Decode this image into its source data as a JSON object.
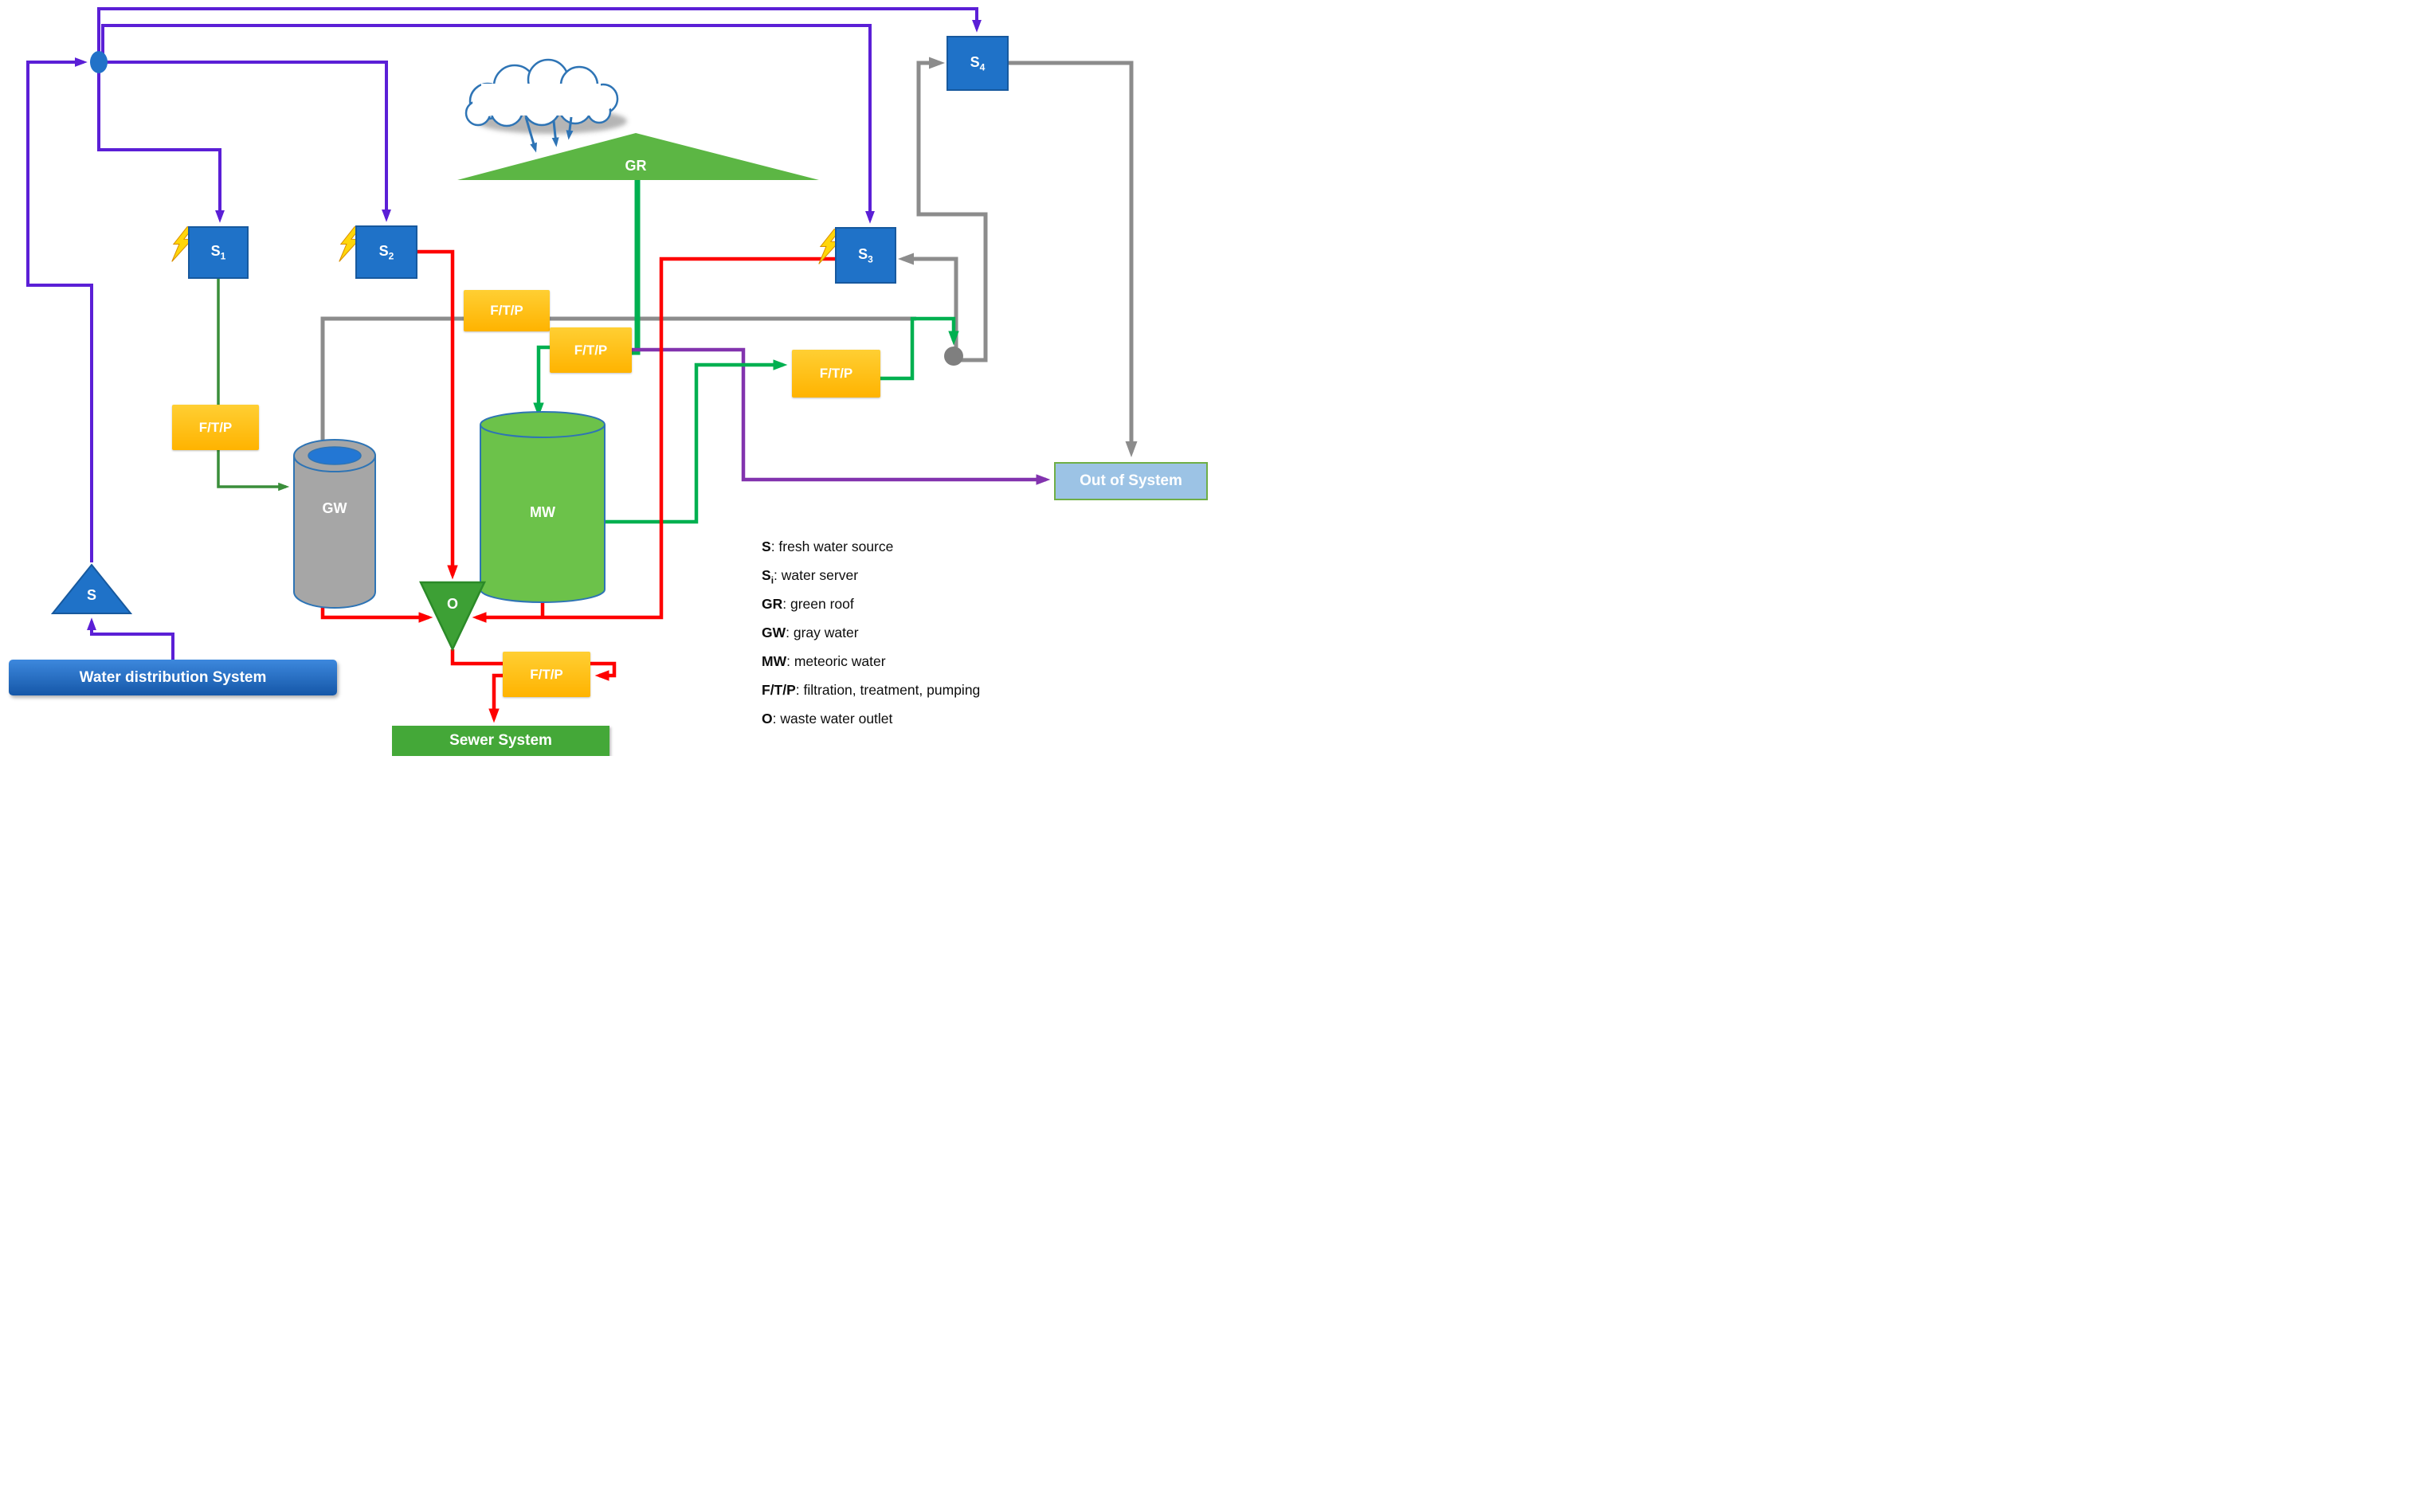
{
  "diagram": "building water reuse flow diagram",
  "colors": {
    "supply_purple": "#5b1fd6",
    "reuse_purple": "#8233ae",
    "waste_red": "#fe0000",
    "bright_green": "#00b050",
    "dark_green": "#3a8e3a",
    "gray_line": "#8c8c8c",
    "node_blue": "#1f72c8",
    "ftp_orange": "#ffbf00",
    "gr_green": "#5cb644",
    "mw_green": "#6cc24a",
    "gw_gray": "#a6a6a6",
    "outlet_green": "#3da035",
    "sewer_green": "#44a838",
    "out_of_system_blue": "#9cc3e5"
  },
  "nodes": {
    "s1": {
      "base": "S",
      "sub": "1"
    },
    "s2": {
      "base": "S",
      "sub": "2"
    },
    "s3": {
      "base": "S",
      "sub": "3"
    },
    "s4": {
      "base": "S",
      "sub": "4"
    },
    "source": {
      "label": "S"
    },
    "green_roof": {
      "label": "GR"
    },
    "gray_water": {
      "label": "GW"
    },
    "meteoric_water": {
      "label": "MW"
    },
    "outlet": {
      "label": "O"
    },
    "ftp": {
      "label": "F/T/P"
    },
    "wds": {
      "label": "Water distribution System"
    },
    "sewer": {
      "label": "Sewer System"
    },
    "out_of_system": {
      "label": "Out of System"
    }
  },
  "legend": {
    "items": [
      {
        "term": "S",
        "sub": "",
        "desc": ": fresh water source"
      },
      {
        "term": "S",
        "sub": "i",
        "desc": ": water server"
      },
      {
        "term": "GR",
        "sub": "",
        "desc": ": green roof"
      },
      {
        "term": "GW",
        "sub": "",
        "desc": ": gray water"
      },
      {
        "term": "MW",
        "sub": "",
        "desc": ": meteoric water"
      },
      {
        "term": "F/T/P",
        "sub": "",
        "desc": ": filtration, treatment, pumping"
      },
      {
        "term": "O",
        "sub": "",
        "desc": ": waste water outlet"
      }
    ]
  }
}
